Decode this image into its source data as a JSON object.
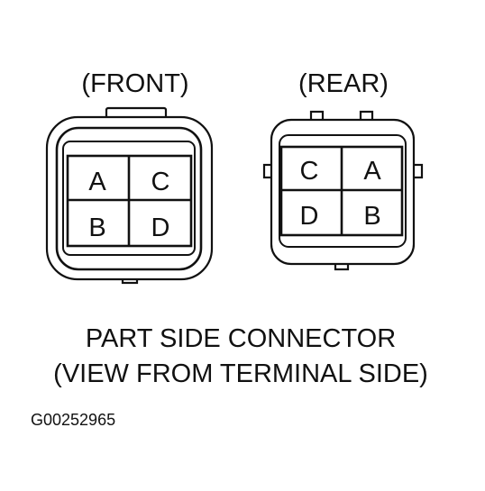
{
  "front": {
    "label": "(FRONT)",
    "cavities": [
      "A",
      "C",
      "B",
      "D"
    ]
  },
  "rear": {
    "label": "(REAR)",
    "cavities": [
      "C",
      "A",
      "D",
      "B"
    ]
  },
  "caption": {
    "line1": "PART SIDE CONNECTOR",
    "line2": "(VIEW FROM TERMINAL SIDE)"
  },
  "figure_id": "G00252965"
}
